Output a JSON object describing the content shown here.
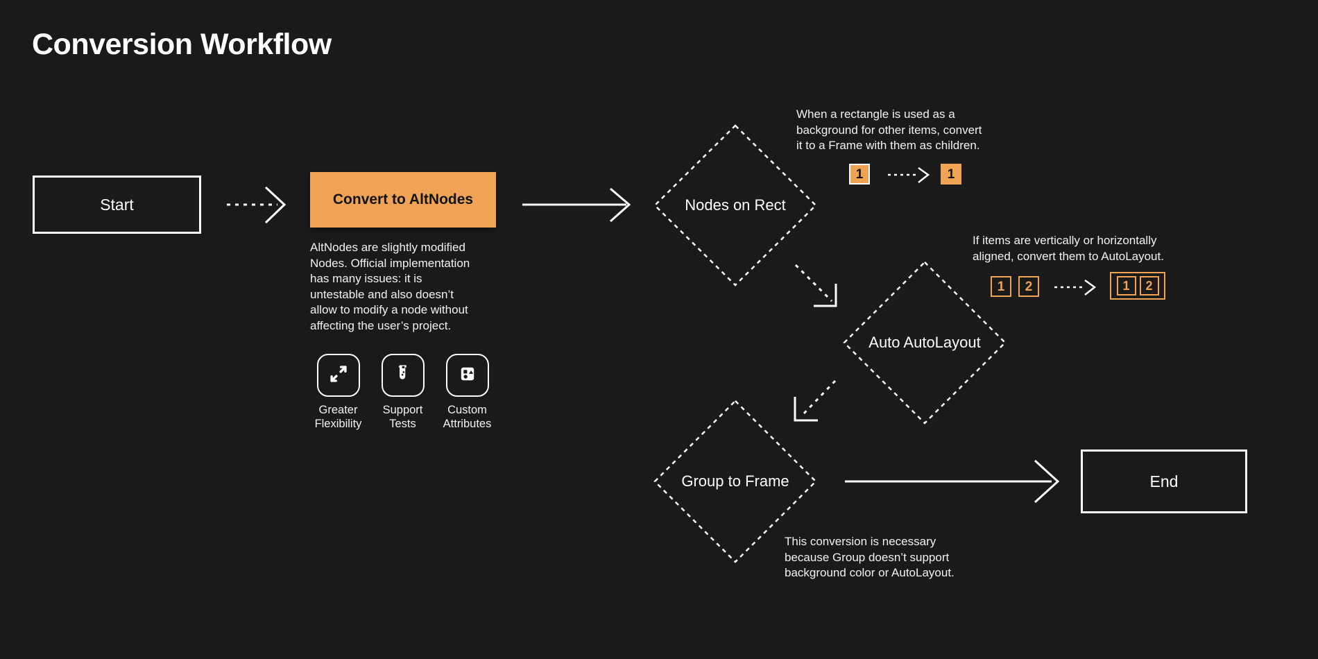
{
  "header": {
    "title": "Conversion Workflow"
  },
  "colors": {
    "background": "#1A1A1A",
    "accent": "#F0A355",
    "text": "#F2F2F2"
  },
  "flow": {
    "start": {
      "label": "Start"
    },
    "convert_to_altnodes": {
      "label": "Convert to AltNodes",
      "description": "AltNodes are slightly modified\nNodes. Official implementation\nhas many issues: it is\nuntestable and also doesn’t\nallow to modify a node without\naffecting the user’s project.",
      "features": [
        {
          "icon": "expand-arrows-icon",
          "label": "Greater\nFlexibility"
        },
        {
          "icon": "test-tube-icon",
          "label": "Support\nTests"
        },
        {
          "icon": "shapes-icon",
          "label": "Custom\nAttributes"
        }
      ]
    },
    "nodes_on_rect": {
      "label": "Nodes on Rect",
      "note": "When a rectangle is used as a\nbackground for other items, convert\nit to a Frame with them as children.",
      "example": {
        "before": [
          "1"
        ],
        "after": [
          "1"
        ]
      }
    },
    "auto_autolayout": {
      "label": "Auto AutoLayout",
      "note": "If items are vertically or horizontally\naligned, convert them to AutoLayout.",
      "example": {
        "before": [
          "1",
          "2"
        ],
        "after": [
          "1",
          "2"
        ]
      }
    },
    "group_to_frame": {
      "label": "Group to Frame",
      "note": "This conversion is necessary\nbecause Group doesn’t support\nbackground color or AutoLayout."
    },
    "end": {
      "label": "End"
    }
  }
}
